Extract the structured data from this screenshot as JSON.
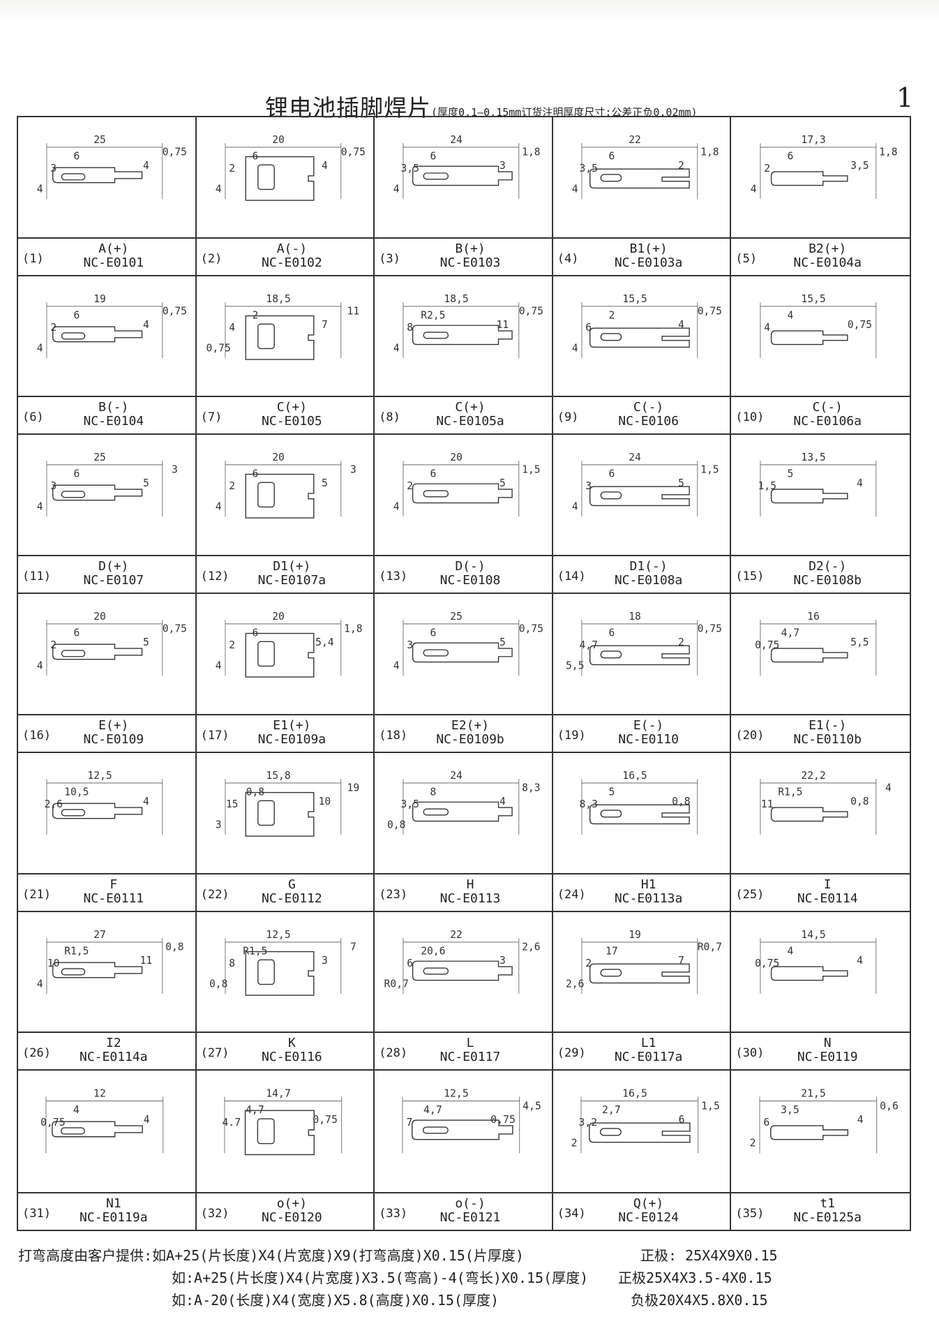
{
  "header": {
    "title": "锂电池插脚焊片",
    "subtitle": "(厚度0.1—0.15mm订货注明厚度尺寸;公差正负0.02mm)",
    "page_number": "1"
  },
  "parts": [
    {
      "no": "(1)",
      "type": "A(+)",
      "code": "NC-E0101",
      "dims": [
        "25",
        "6",
        "3",
        "4",
        "0,75",
        "4"
      ]
    },
    {
      "no": "(2)",
      "type": "A(-)",
      "code": "NC-E0102",
      "dims": [
        "20",
        "6",
        "2",
        "4",
        "0,75",
        "4"
      ]
    },
    {
      "no": "(3)",
      "type": "B(+)",
      "code": "NC-E0103",
      "dims": [
        "24",
        "6",
        "3,5",
        "3",
        "1,8",
        "4"
      ]
    },
    {
      "no": "(4)",
      "type": "B1(+)",
      "code": "NC-E0103a",
      "dims": [
        "22",
        "6",
        "3,5",
        "2",
        "1,8",
        "4"
      ]
    },
    {
      "no": "(5)",
      "type": "B2(+)",
      "code": "NC-E0104a",
      "dims": [
        "17,3",
        "6",
        "2",
        "3,5",
        "1,8",
        "4"
      ]
    },
    {
      "no": "(6)",
      "type": "B(-)",
      "code": "NC-E0104",
      "dims": [
        "19",
        "6",
        "2",
        "4",
        "0,75",
        "4"
      ]
    },
    {
      "no": "(7)",
      "type": "C(+)",
      "code": "NC-E0105",
      "dims": [
        "18,5",
        "2",
        "4",
        "7",
        "11",
        "0,75"
      ]
    },
    {
      "no": "(8)",
      "type": "C(+)",
      "code": "NC-E0105a",
      "dims": [
        "18,5",
        "R2,5",
        "8",
        "11",
        "0,75",
        "4"
      ]
    },
    {
      "no": "(9)",
      "type": "C(-)",
      "code": "NC-E0106",
      "dims": [
        "15,5",
        "2",
        "6",
        "4",
        "0,75",
        "4"
      ]
    },
    {
      "no": "(10)",
      "type": "C(-)",
      "code": "NC-E0106a",
      "dims": [
        "15,5",
        "4",
        "4",
        "0,75",
        "",
        ""
      ]
    },
    {
      "no": "(11)",
      "type": "D(+)",
      "code": "NC-E0107",
      "dims": [
        "25",
        "6",
        "3",
        "5",
        "3",
        "4"
      ]
    },
    {
      "no": "(12)",
      "type": "D1(+)",
      "code": "NC-E0107a",
      "dims": [
        "20",
        "6",
        "2",
        "5",
        "3",
        "4"
      ]
    },
    {
      "no": "(13)",
      "type": "D(-)",
      "code": "NC-E0108",
      "dims": [
        "20",
        "6",
        "2",
        "5",
        "1,5",
        "4"
      ]
    },
    {
      "no": "(14)",
      "type": "D1(-)",
      "code": "NC-E0108a",
      "dims": [
        "24",
        "6",
        "3",
        "5",
        "1,5",
        "4"
      ]
    },
    {
      "no": "(15)",
      "type": "D2(-)",
      "code": "NC-E0108b",
      "dims": [
        "13,5",
        "5",
        "1,5",
        "4",
        "",
        ""
      ]
    },
    {
      "no": "(16)",
      "type": "E(+)",
      "code": "NC-E0109",
      "dims": [
        "20",
        "6",
        "2",
        "5",
        "0,75",
        "4"
      ]
    },
    {
      "no": "(17)",
      "type": "E1(+)",
      "code": "NC-E0109a",
      "dims": [
        "20",
        "6",
        "2",
        "5,4",
        "1,8",
        "4"
      ]
    },
    {
      "no": "(18)",
      "type": "E2(+)",
      "code": "NC-E0109b",
      "dims": [
        "25",
        "6",
        "3",
        "5",
        "0,75",
        "4"
      ]
    },
    {
      "no": "(19)",
      "type": "E(-)",
      "code": "NC-E0110",
      "dims": [
        "18",
        "6",
        "4,7",
        "2",
        "0,75",
        "5,5"
      ]
    },
    {
      "no": "(20)",
      "type": "E1(-)",
      "code": "NC-E0110b",
      "dims": [
        "16",
        "4,7",
        "0,75",
        "5,5",
        "",
        ""
      ]
    },
    {
      "no": "(21)",
      "type": "F",
      "code": "NC-E0111",
      "dims": [
        "12,5",
        "10,5",
        "2,6",
        "4",
        "",
        ""
      ]
    },
    {
      "no": "(22)",
      "type": "G",
      "code": "NC-E0112",
      "dims": [
        "15,8",
        "0,8",
        "15",
        "10",
        "19",
        "3"
      ]
    },
    {
      "no": "(23)",
      "type": "H",
      "code": "NC-E0113",
      "dims": [
        "24",
        "8",
        "3,5",
        "4",
        "8,3",
        "0,8"
      ]
    },
    {
      "no": "(24)",
      "type": "H1",
      "code": "NC-E0113a",
      "dims": [
        "16,5",
        "5",
        "8,3",
        "0,8",
        "",
        ""
      ]
    },
    {
      "no": "(25)",
      "type": "I",
      "code": "NC-E0114",
      "dims": [
        "22,2",
        "R1,5",
        "11",
        "0,8",
        "4",
        ""
      ]
    },
    {
      "no": "(26)",
      "type": "I2",
      "code": "NC-E0114a",
      "dims": [
        "27",
        "R1,5",
        "10",
        "11",
        "0,8",
        "4"
      ]
    },
    {
      "no": "(27)",
      "type": "K",
      "code": "NC-E0116",
      "dims": [
        "12,5",
        "R1,5",
        "8",
        "3",
        "7",
        "0,8"
      ]
    },
    {
      "no": "(28)",
      "type": "L",
      "code": "NC-E0117",
      "dims": [
        "22",
        "20,6",
        "6",
        "3",
        "2,6",
        "R0,7"
      ]
    },
    {
      "no": "(29)",
      "type": "L1",
      "code": "NC-E0117a",
      "dims": [
        "19",
        "17",
        "2",
        "7",
        "R0,7",
        "2,6"
      ]
    },
    {
      "no": "(30)",
      "type": "N",
      "code": "NC-E0119",
      "dims": [
        "14,5",
        "4",
        "0,75",
        "4",
        "",
        ""
      ]
    },
    {
      "no": "(31)",
      "type": "N1",
      "code": "NC-E0119a",
      "dims": [
        "12",
        "4",
        "0,75",
        "4",
        "",
        ""
      ]
    },
    {
      "no": "(32)",
      "type": "o(+)",
      "code": "NC-E0120",
      "dims": [
        "14,7",
        "4,7",
        "4.7",
        "0,75",
        "",
        ""
      ]
    },
    {
      "no": "(33)",
      "type": "o(-)",
      "code": "NC-E0121",
      "dims": [
        "12,5",
        "4,7",
        "7",
        "0,75",
        "4,5",
        ""
      ]
    },
    {
      "no": "(34)",
      "type": "Q(+)",
      "code": "NC-E0124",
      "dims": [
        "16,5",
        "2,7",
        "3,2",
        "6",
        "1,5",
        "2"
      ]
    },
    {
      "no": "(35)",
      "type": "t1",
      "code": "NC-E0125a",
      "dims": [
        "21,5",
        "3,5",
        "6",
        "4",
        "0,6",
        "2"
      ]
    }
  ],
  "notes": {
    "line1": "打弯高度由客户提供:如A+25(片长度)X4(片宽度)X9(打弯高度)X0.15(片厚度)",
    "line1_right": "正极: 25X4X9X0.15",
    "line2": "如:A+25(片长度)X4(片宽度)X3.5(弯高)-4(弯长)X0.15(厚度)",
    "line2_right": "正极25X4X3.5-4X0.15",
    "line3": "如:A-20(长度)X4(宽度)X5.8(高度)X0.15(厚度)",
    "line3_right": "负极20X4X5.8X0.15"
  }
}
